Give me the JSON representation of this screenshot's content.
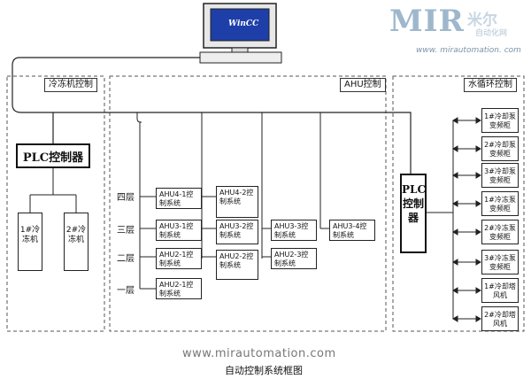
{
  "logo": {
    "brand": "MIR",
    "brand_cn": "米尔",
    "subtitle": "自动化网",
    "url": "www. mirautomation. com"
  },
  "computer": {
    "screen_text": "WinCC"
  },
  "panels": {
    "chiller": "冷冻机控制",
    "ahu": "AHU控制",
    "water": "水循环控制"
  },
  "left": {
    "plc": "PLC控制器",
    "chillers": [
      "1#冷冻机",
      "2#冷冻机"
    ]
  },
  "floors": [
    "四层",
    "三层",
    "二层",
    "一层"
  ],
  "ahu_boxes": [
    "AHU4-1控制系统",
    "AHU4-2控制系统",
    "AHU3-1控制系统",
    "AHU3-2控制系统",
    "AHU3-3控制系统",
    "AHU3-4控制系统",
    "AHU2-1控制系统",
    "AHU2-2控制系统",
    "AHU2-3控制系统",
    "AHU2-1控制系统"
  ],
  "right": {
    "plc": "PLC控制器",
    "devices": [
      "1#冷却泵变频柜",
      "2#冷却泵变频柜",
      "3#冷却泵变频柜",
      "1#冷冻泵变频柜",
      "2#冷冻泵变频柜",
      "3#冷冻泵变频柜",
      "1#冷却塔风机",
      "2#冷却塔风机"
    ]
  },
  "watermark": "www.mirautomation.com",
  "caption": "自动控制系统框图"
}
